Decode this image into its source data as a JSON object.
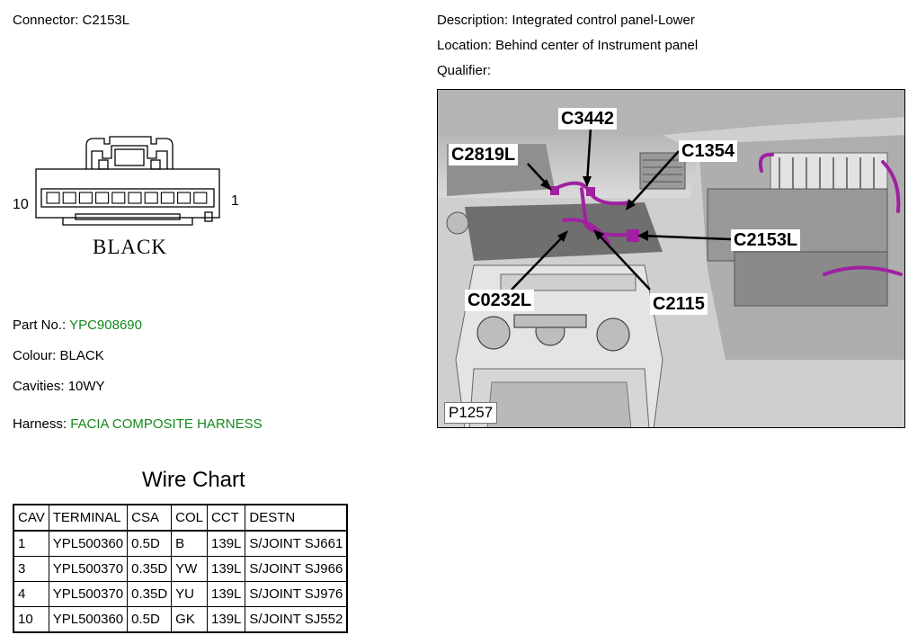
{
  "connector": {
    "label": "Connector:",
    "value": "C2153L"
  },
  "description": {
    "label": "Description:",
    "value": "Integrated control panel-Lower"
  },
  "location": {
    "label": "Location:",
    "value": "Behind center of Instrument panel"
  },
  "qualifier": {
    "label": "Qualifier:",
    "value": ""
  },
  "drawing": {
    "pin_left": "10",
    "pin_right": "1",
    "color_label": "BLACK"
  },
  "part_no": {
    "label": "Part No.:",
    "value": "YPC908690"
  },
  "colour": {
    "label": "Colour:",
    "value": "BLACK"
  },
  "cavities": {
    "label": "Cavities:",
    "value": "10WY"
  },
  "harness": {
    "label": "Harness:",
    "value": "FACIA COMPOSITE HARNESS"
  },
  "photo": {
    "figure_id": "P1257",
    "callouts": [
      "C3442",
      "C2819L",
      "C1354",
      "C2153L",
      "C0232L",
      "C2115"
    ],
    "harness_color": "#a020a0"
  },
  "wire_chart": {
    "title": "Wire Chart",
    "headers": [
      "CAV",
      "TERMINAL",
      "CSA",
      "COL",
      "CCT",
      "DESTN"
    ],
    "rows": [
      [
        "1",
        "YPL500360",
        "0.5D",
        "B",
        "139L",
        "S/JOINT SJ661"
      ],
      [
        "3",
        "YPL500370",
        "0.35D",
        "YW",
        "139L",
        "S/JOINT SJ966"
      ],
      [
        "4",
        "YPL500370",
        "0.35D",
        "YU",
        "139L",
        "S/JOINT SJ976"
      ],
      [
        "10",
        "YPL500360",
        "0.5D",
        "GK",
        "139L",
        "S/JOINT SJ552"
      ]
    ]
  }
}
